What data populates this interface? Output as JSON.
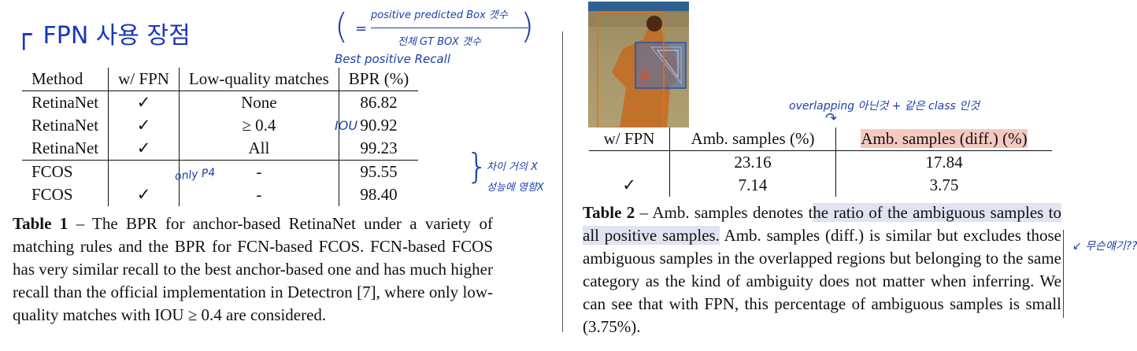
{
  "table1": {
    "headers": [
      "Method",
      "w/ FPN",
      "Low-quality matches",
      "BPR (%)"
    ],
    "rows": [
      {
        "method": "RetinaNet",
        "fpn": "✓",
        "match": "None",
        "bpr": "86.82"
      },
      {
        "method": "RetinaNet",
        "fpn": "✓",
        "match": "≥ 0.4",
        "bpr": "90.92"
      },
      {
        "method": "RetinaNet",
        "fpn": "✓",
        "match": "All",
        "bpr": "99.23"
      },
      {
        "method": "FCOS",
        "fpn": "",
        "match": "-",
        "bpr": "95.55"
      },
      {
        "method": "FCOS",
        "fpn": "✓",
        "match": "-",
        "bpr": "98.40"
      }
    ],
    "caption_label": "Table 1",
    "caption_text": " – The BPR for anchor-based RetinaNet under a variety of matching rules and the BPR for FCN-based FCOS. FCN-based FCOS has very similar recall to the best anchor-based one and has much higher recall than the official implementation in Detectron [7], where only low-quality matches with IOU ≥ 0.4 are considered."
  },
  "table2": {
    "headers": [
      "w/ FPN",
      "Amb. samples (%)",
      "Amb. samples (diff.) (%)"
    ],
    "rows": [
      {
        "fpn": "",
        "amb": "23.16",
        "diff": "17.84"
      },
      {
        "fpn": "✓",
        "amb": "7.14",
        "diff": "3.75"
      }
    ],
    "caption_label": "Table 2",
    "caption_pre": " – Amb. samples denotes t",
    "caption_hl": "he ratio of the ambiguous samples to all positive samples.",
    "caption_post": " Amb. samples (diff.) is similar but excludes those ambiguous samples in the overlapped regions but belonging to the same category as the kind of ambiguity does not matter when inferring. We can see that with FPN, this percentage of ambiguous samples is small (3.75%)."
  },
  "annotations": {
    "title": "FPN 사용 장점",
    "formula_top": "positive predicted Box 갯수",
    "formula_bottom": "전체 GT BOX 갯수",
    "formula_eq": "=",
    "bpr_full": "Best positive Recall",
    "iou": "IOU",
    "only_p4": "only P4",
    "note_right_1": "차이 거의 X",
    "note_right_2": "성능에 영향X",
    "overlap": "overlapping 아닌것 + 같은 class 인것",
    "question": "무슨얘기??"
  },
  "colors": {
    "ink": "#1d3fa8",
    "highlight_blue": "#dfe3f2",
    "highlight_red": "#f6c9c0"
  }
}
